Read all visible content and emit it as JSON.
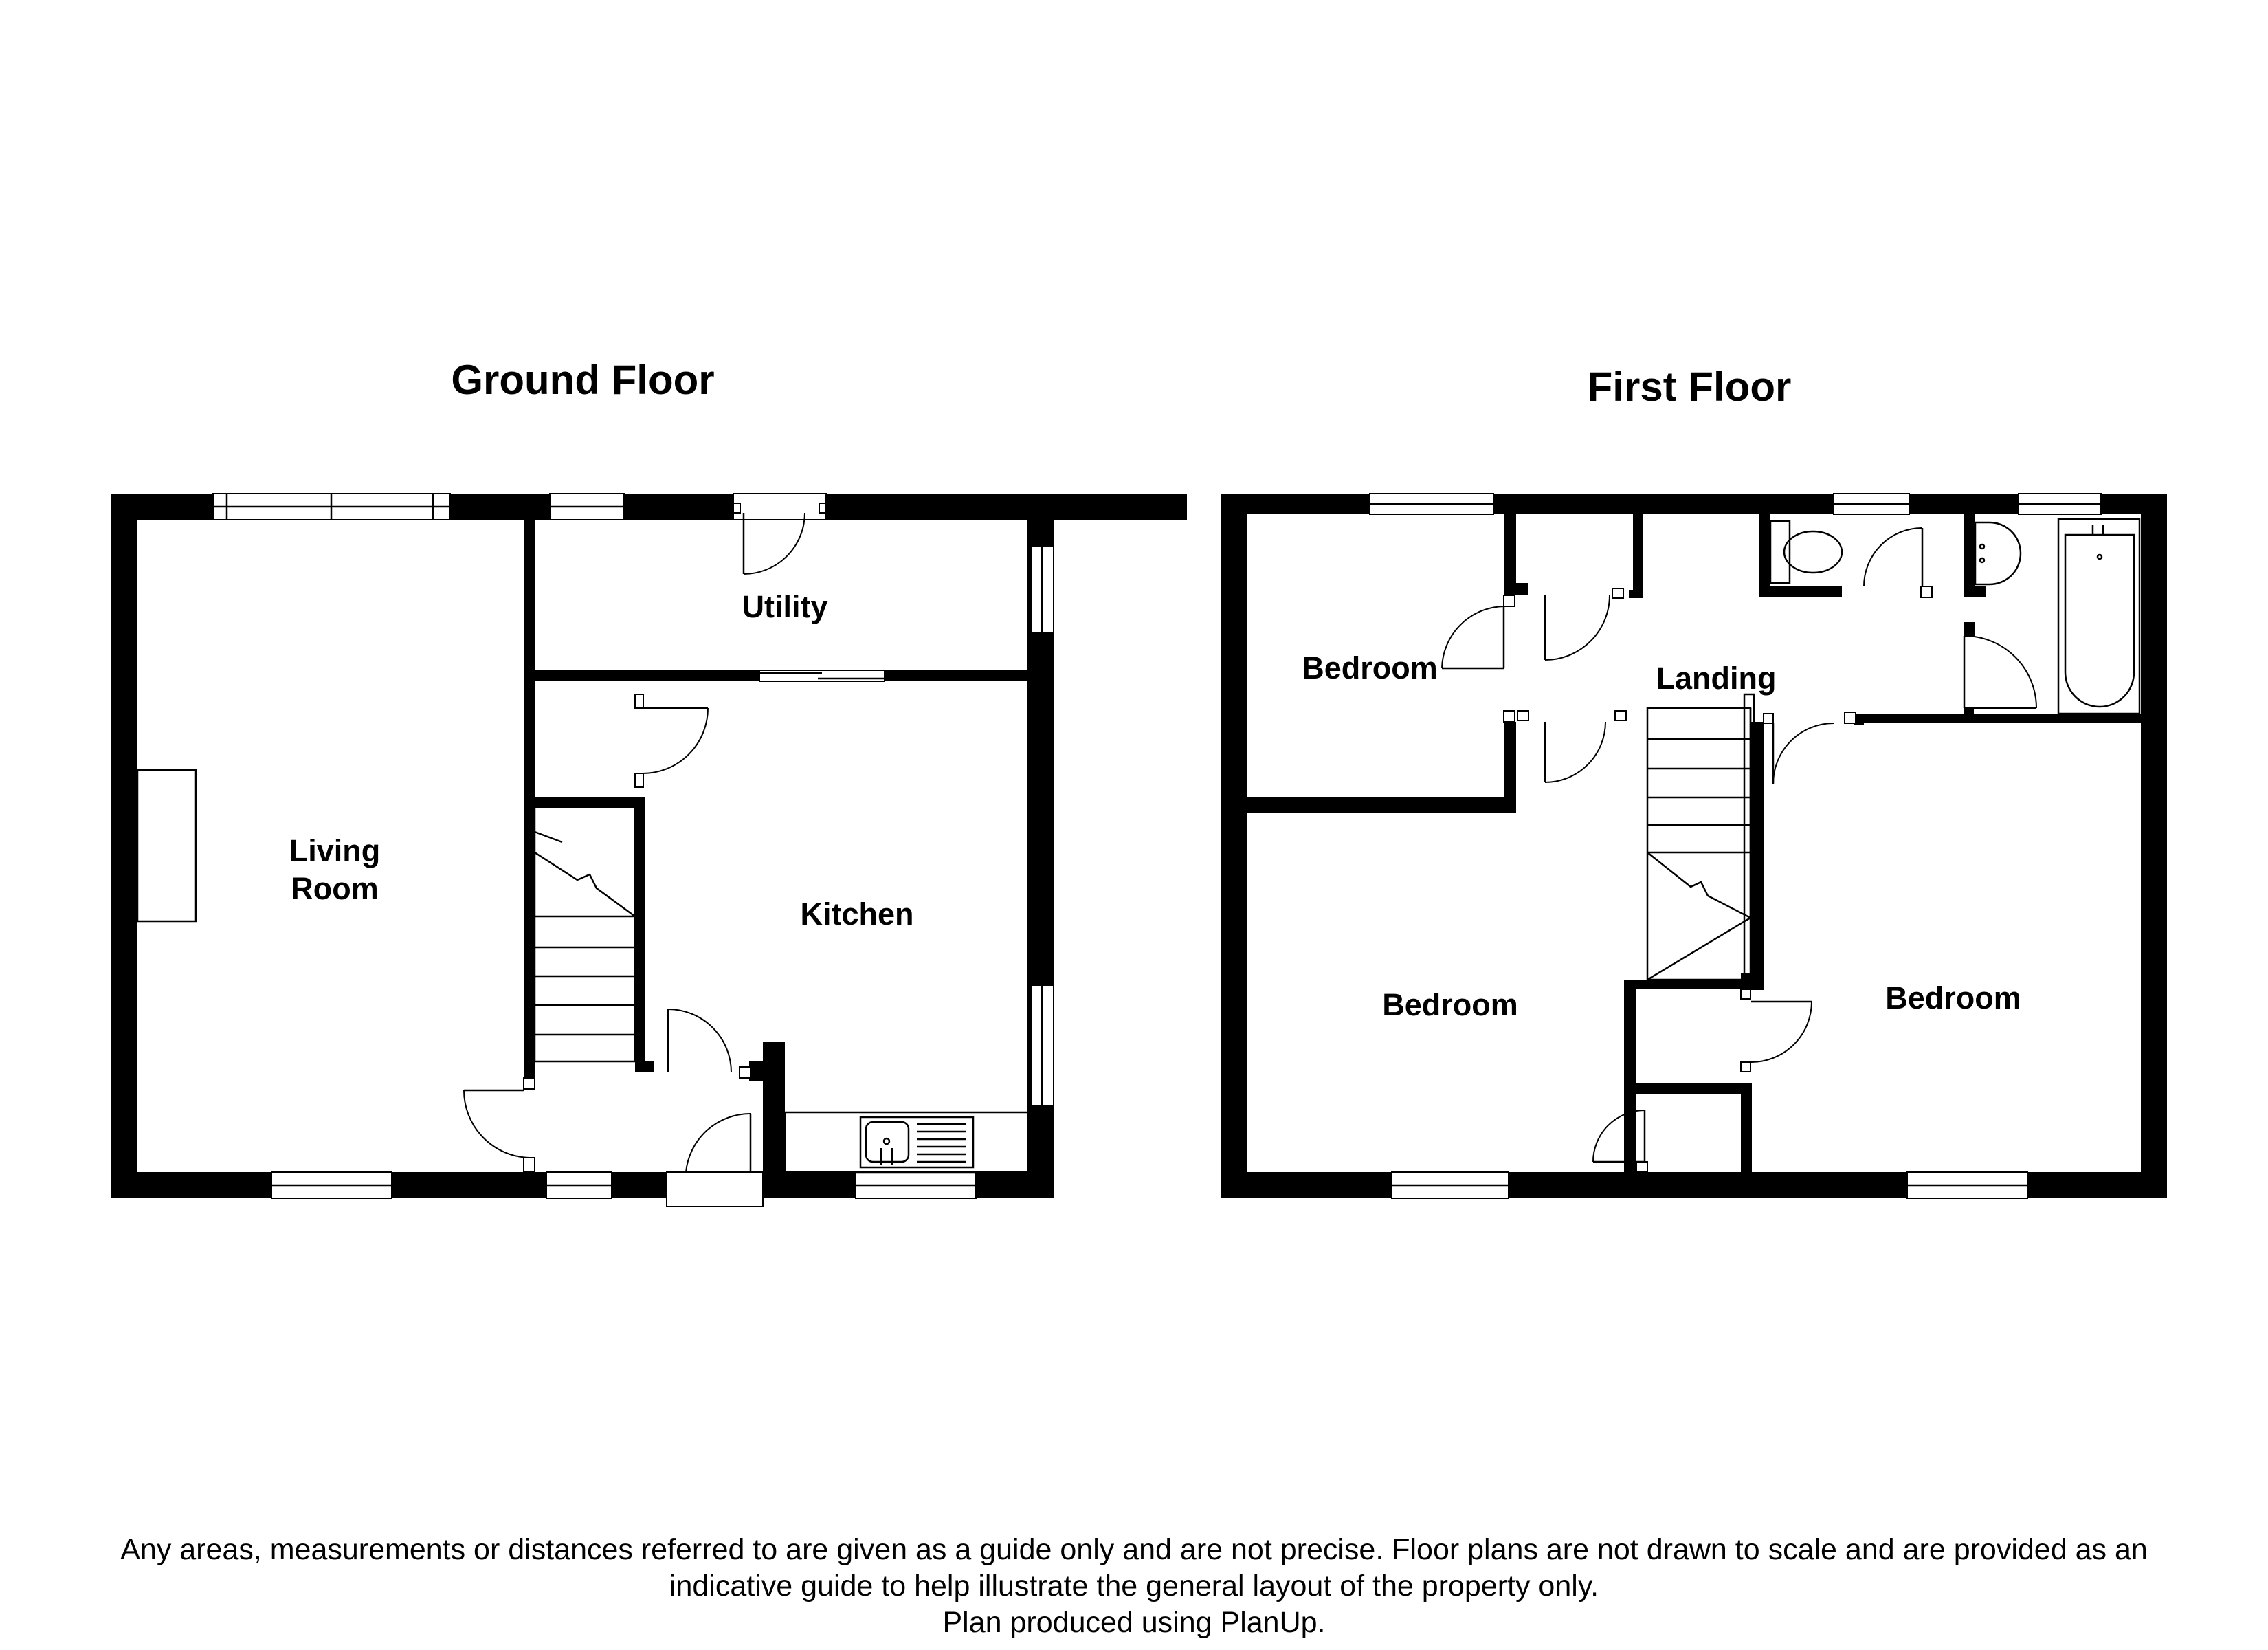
{
  "floors": {
    "ground": {
      "title": "Ground Floor",
      "rooms": {
        "living_room_line1": "Living",
        "living_room_line2": "Room",
        "utility": "Utility",
        "kitchen": "Kitchen"
      }
    },
    "first": {
      "title": "First Floor",
      "rooms": {
        "bedroom_small": "Bedroom",
        "landing": "Landing",
        "bedroom_left": "Bedroom",
        "bedroom_right": "Bedroom"
      }
    }
  },
  "disclaimer": {
    "line1": "Any areas, measurements or distances referred to are given as a guide only and are not precise. Floor plans are not drawn to scale and are provided as an",
    "line2": "indicative guide to help illustrate the general layout of the property only.",
    "line3": "Plan produced using PlanUp."
  }
}
